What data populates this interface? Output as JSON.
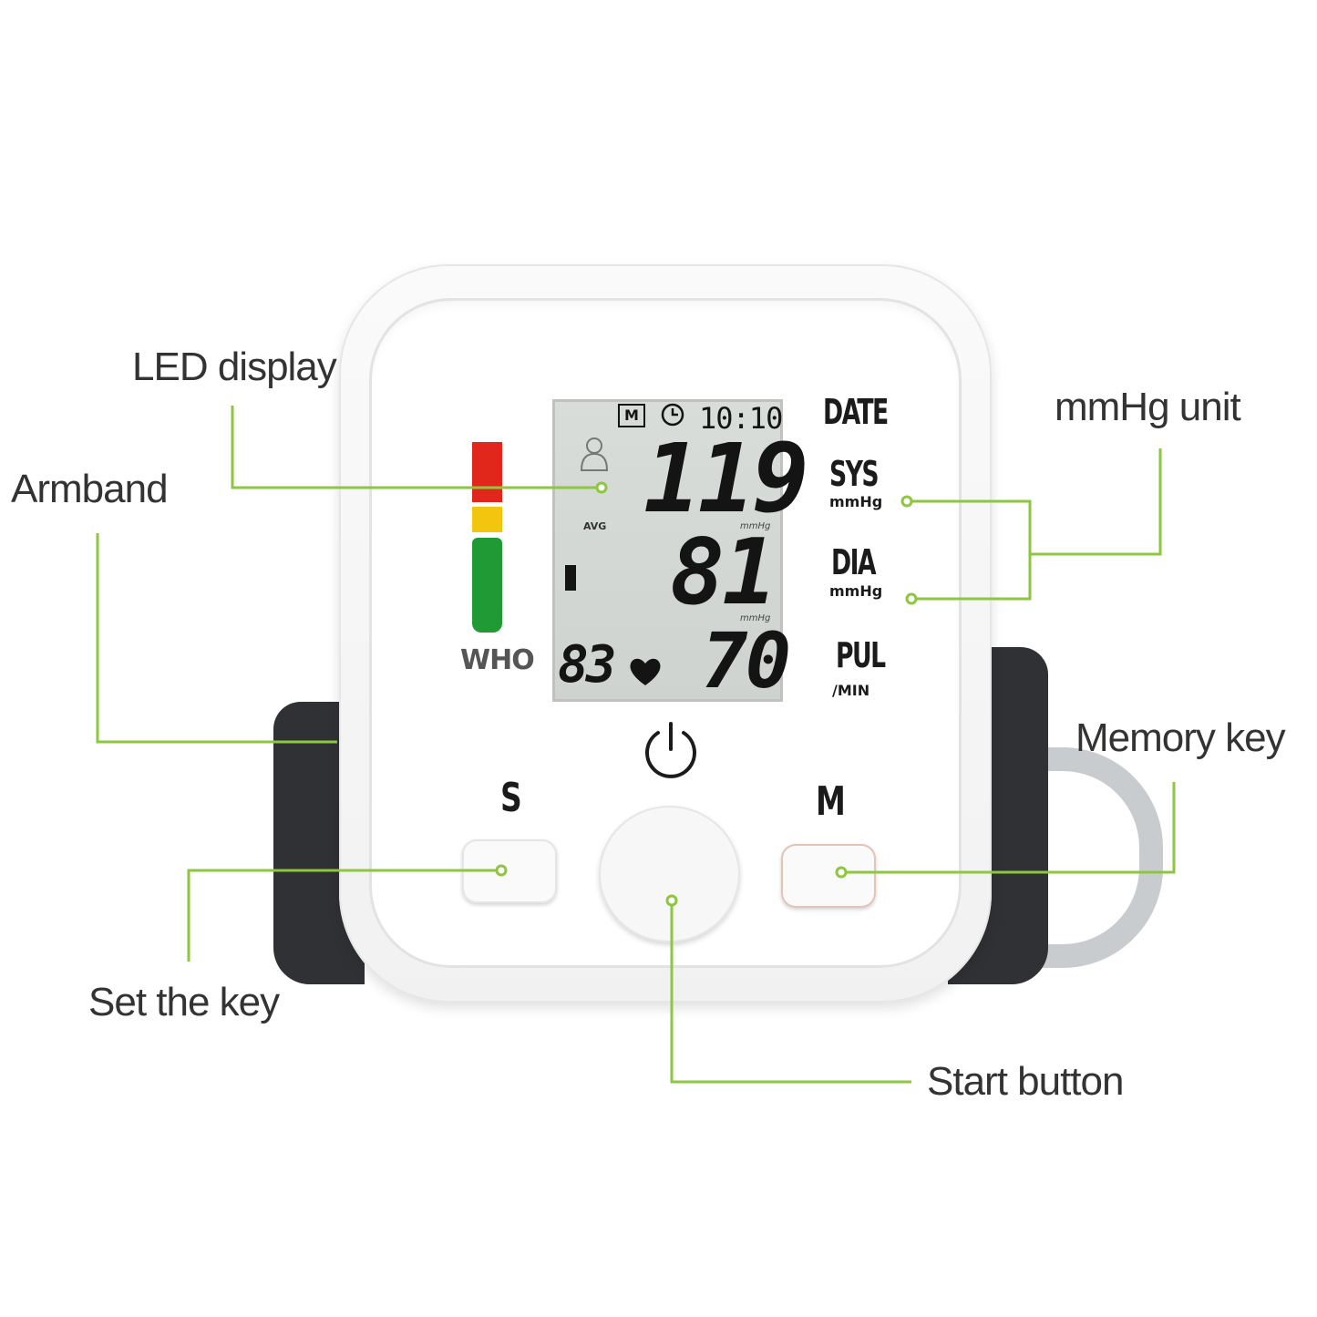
{
  "callouts": {
    "led_display": "LED display",
    "armband": "Armband",
    "mmhg_unit": "mmHg unit",
    "memory_key": "Memory key",
    "set_the_key": "Set the key",
    "start_button": "Start button"
  },
  "lcd": {
    "memory_indicator": "M",
    "time": "10:10",
    "systolic": "119",
    "diastolic": "81",
    "pulse": "70",
    "memory_number": "83",
    "avg_label": "AVG",
    "unit_small_1": "mmHg",
    "unit_small_2": "mmHg"
  },
  "side_labels": {
    "date": "DATE",
    "sys": "SYS",
    "sys_unit": "mmHg",
    "dia": "DIA",
    "dia_unit": "mmHg",
    "pul": "PUL",
    "pul_unit": "/MIN"
  },
  "who_scale": {
    "label": "WHO",
    "colors": {
      "high": "#e1261c",
      "mid": "#f2c50f",
      "normal": "#1f9a35"
    }
  },
  "buttons": {
    "set_letter": "S",
    "memory_letter": "M"
  },
  "icons": {
    "power": "power-icon",
    "heart": "heart-icon",
    "clock": "clock-icon",
    "person": "person-icon"
  },
  "colors": {
    "leader_line": "#8dc63f",
    "device_body": "#ffffff",
    "armband": "#2f3134"
  }
}
